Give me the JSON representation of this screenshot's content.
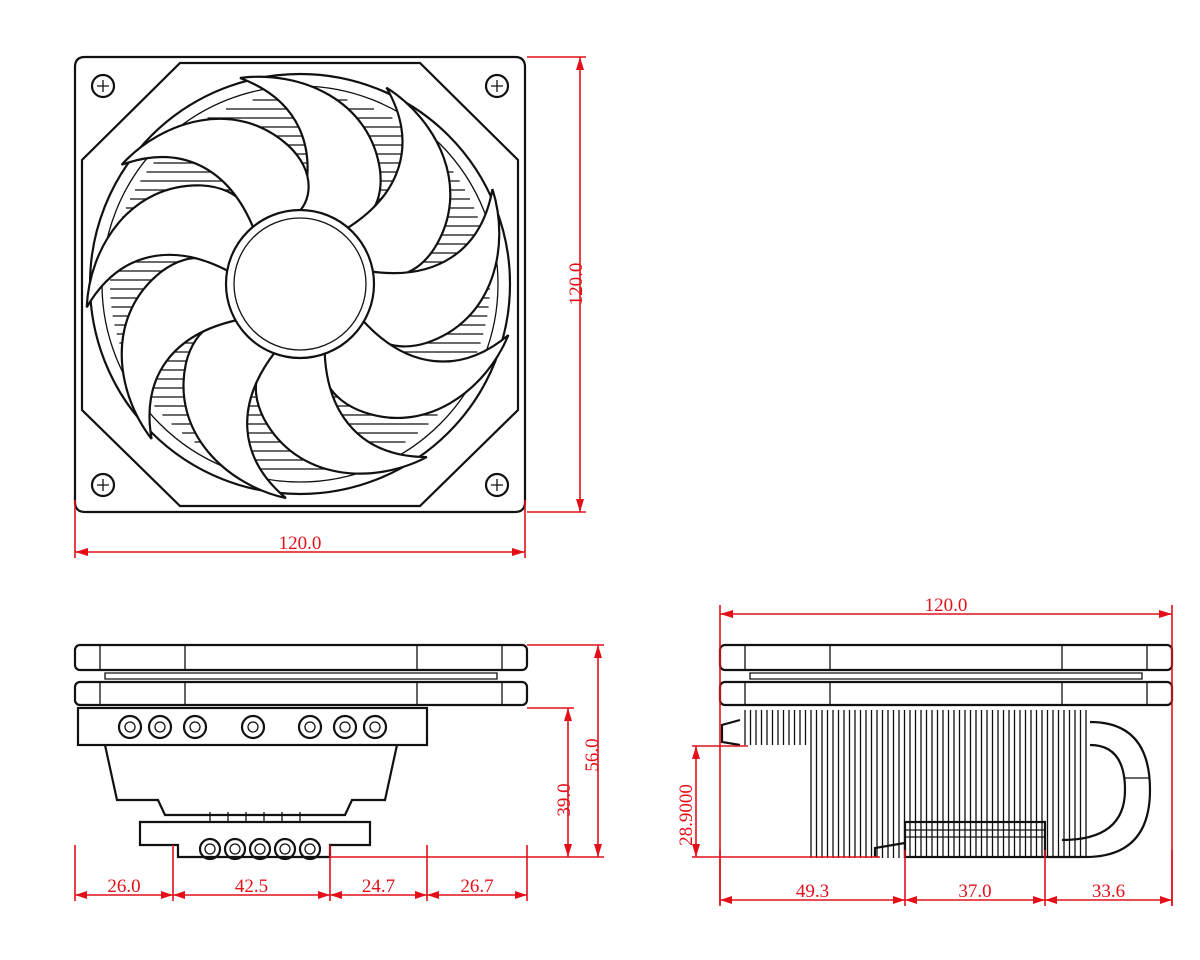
{
  "colors": {
    "dimension": "#e3101a",
    "outline": "#111111"
  },
  "views": {
    "top": {
      "width_label": "120.0",
      "height_label": "120.0"
    },
    "front": {
      "total_height_label": "56.0",
      "heatsink_height_label": "39.0",
      "offsets": [
        "26.0",
        "42.5",
        "24.7",
        "26.7"
      ]
    },
    "side": {
      "width_label": "120.0",
      "base_height_label": "28.9000",
      "offsets": [
        "49.3",
        "37.0",
        "33.6"
      ]
    }
  }
}
